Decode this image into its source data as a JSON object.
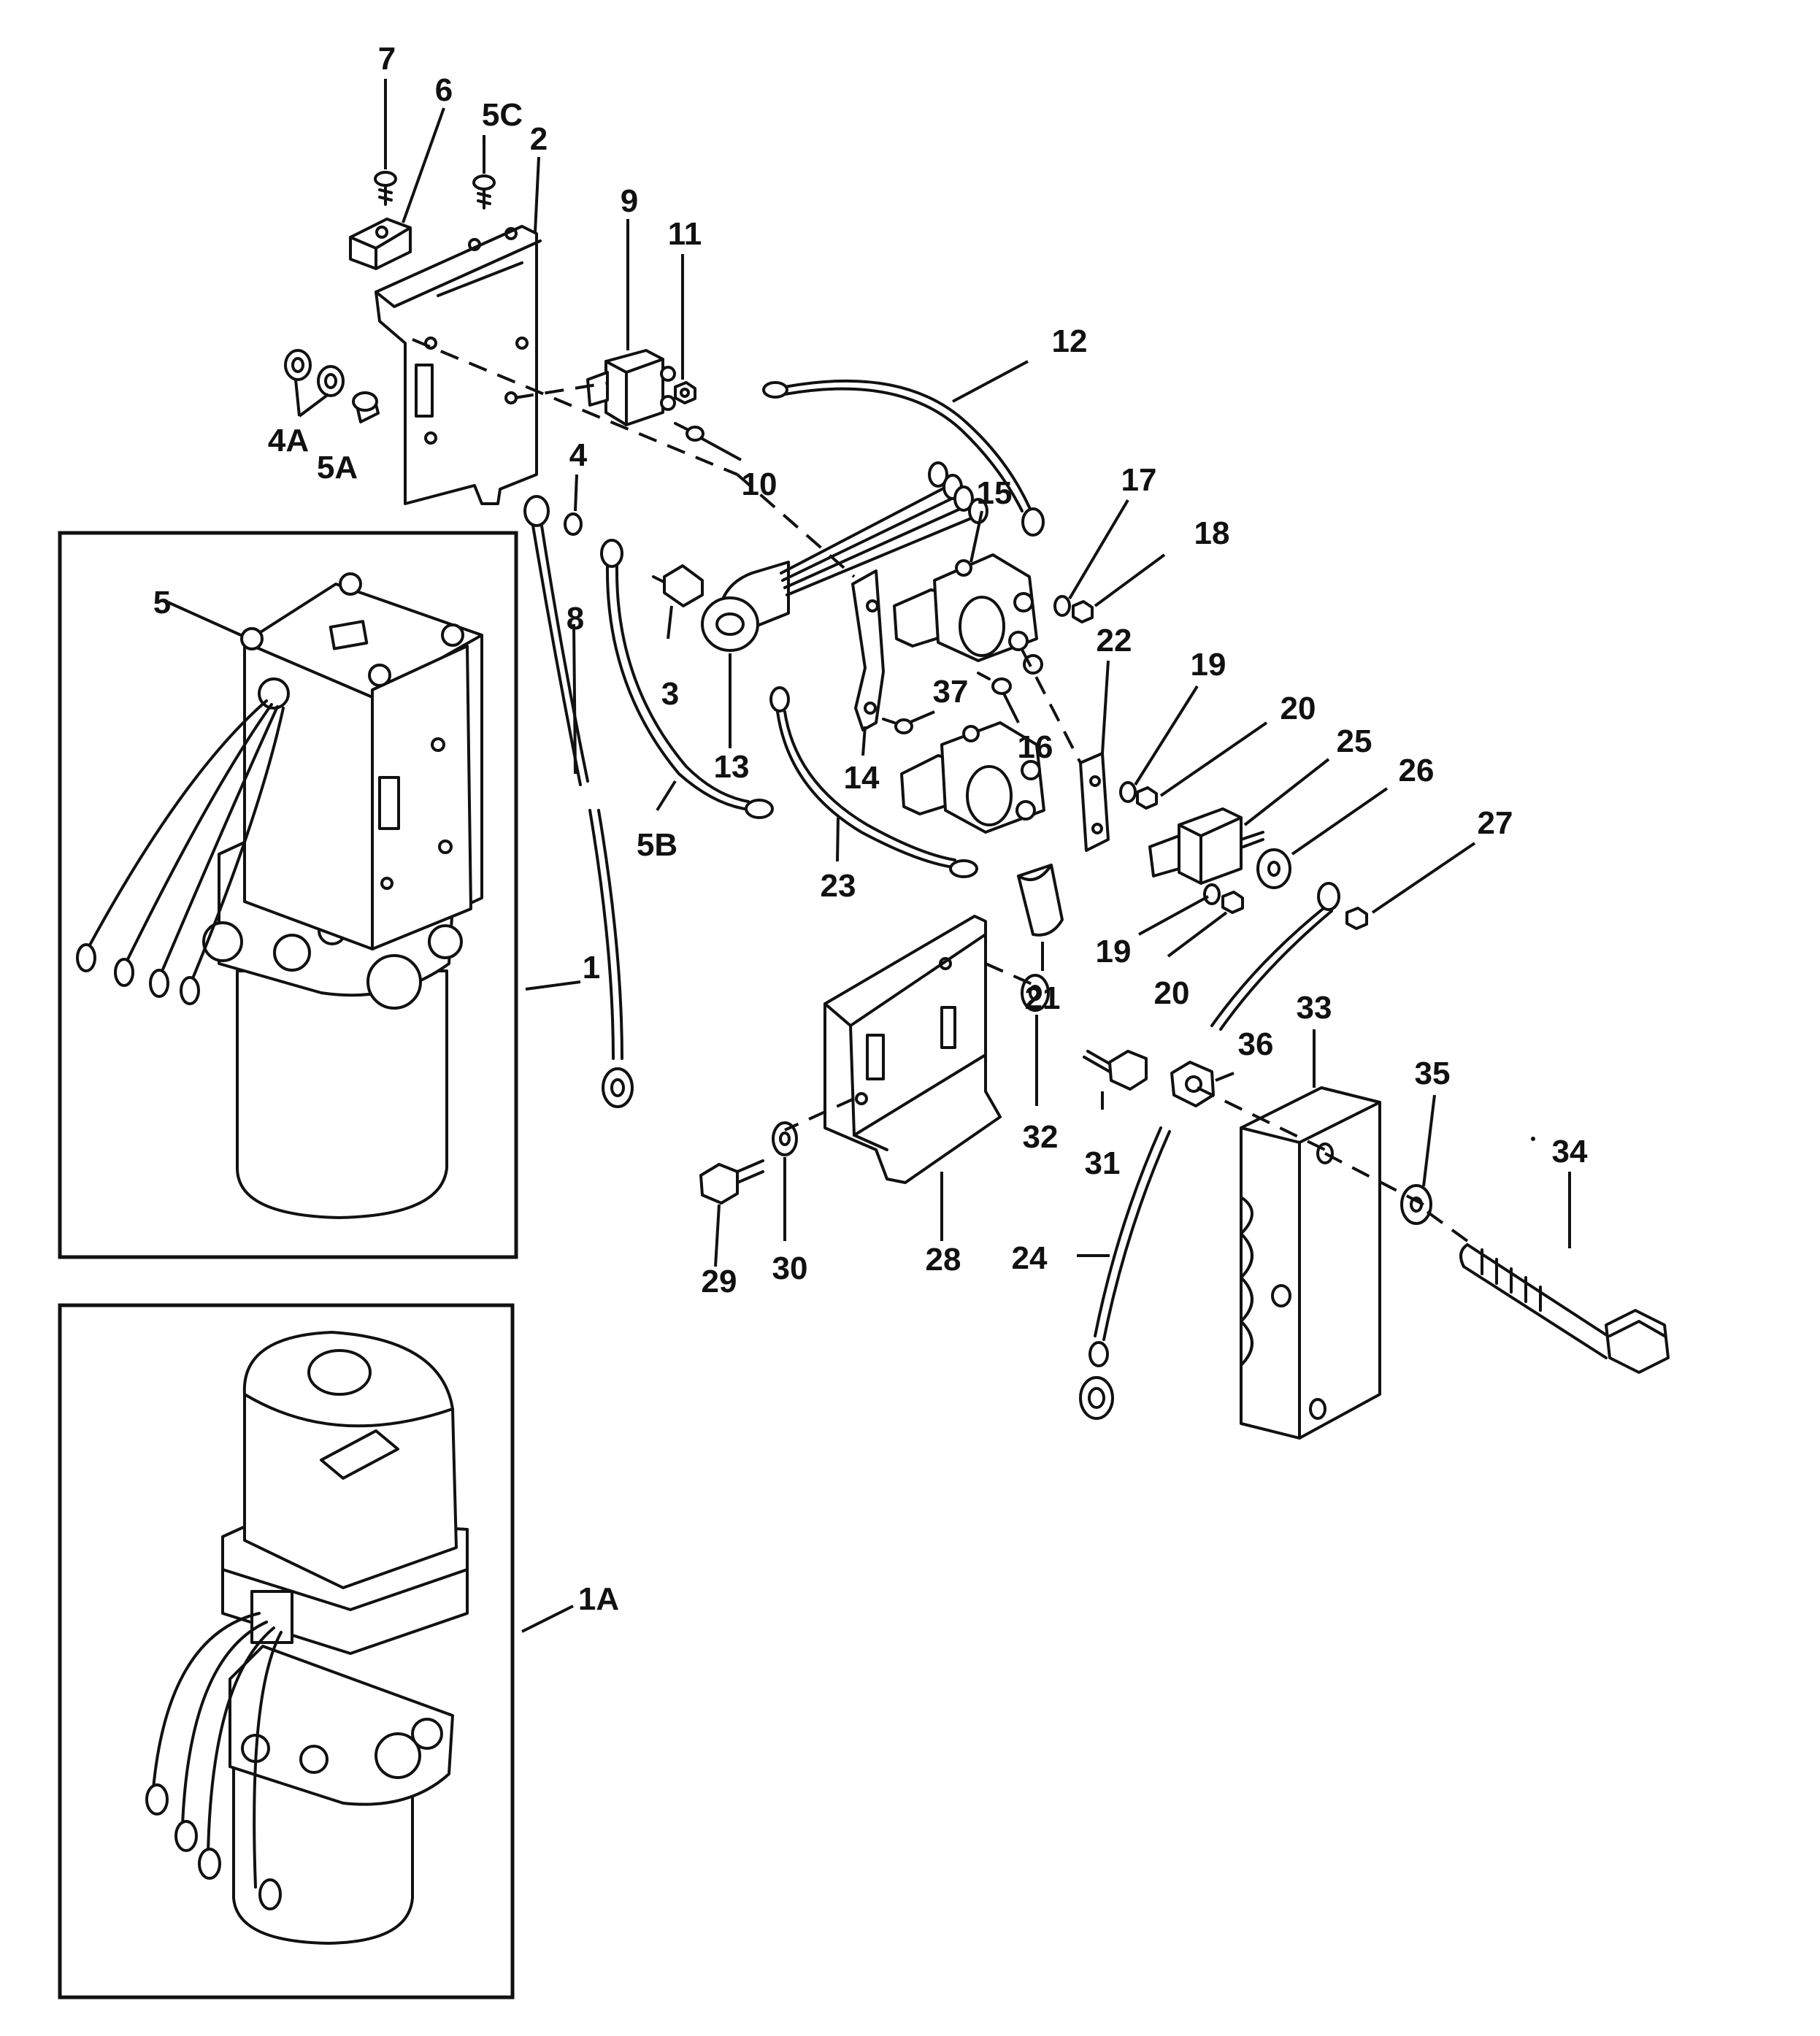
{
  "callouts": {
    "c1": "1",
    "c1A": "1A",
    "c2": "2",
    "c3": "3",
    "c4": "4",
    "c4A": "4A",
    "c5": "5",
    "c5A": "5A",
    "c5B": "5B",
    "c5C": "5C",
    "c6": "6",
    "c7": "7",
    "c8": "8",
    "c9": "9",
    "c10": "10",
    "c11": "11",
    "c12": "12",
    "c13": "13",
    "c14": "14",
    "c15": "15",
    "c16": "16",
    "c17": "17",
    "c18": "18",
    "c19a": "19",
    "c19b": "19",
    "c20a": "20",
    "c20b": "20",
    "c21": "21",
    "c22": "22",
    "c23": "23",
    "c24": "24",
    "c25": "25",
    "c26": "26",
    "c27": "27",
    "c28": "28",
    "c29": "29",
    "c30": "30",
    "c31": "31",
    "c32": "32",
    "c33": "33",
    "c34": "34",
    "c35": "35",
    "c36": "36",
    "c37": "37"
  }
}
